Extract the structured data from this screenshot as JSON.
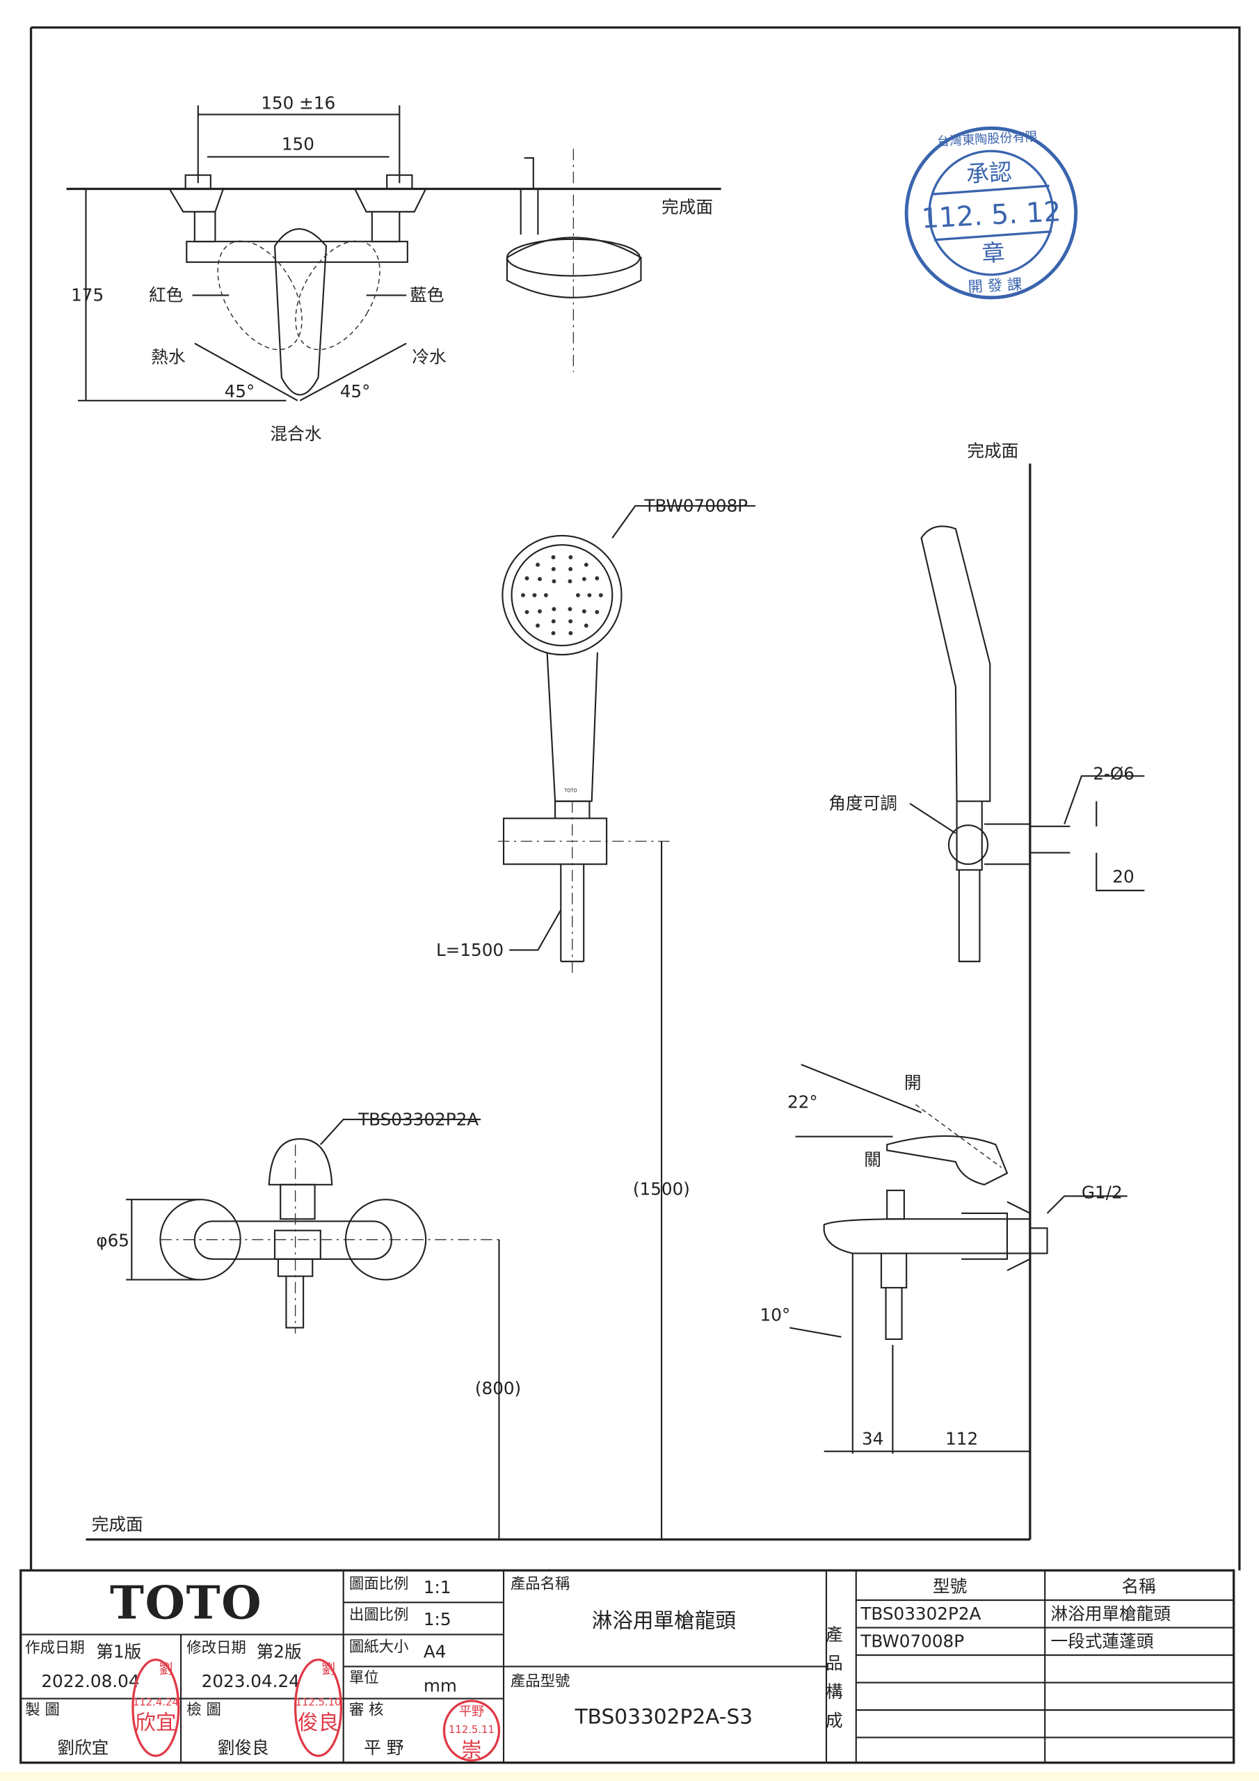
{
  "top_view": {
    "dim_outer": "150 ±16",
    "dim_inner": "150",
    "dim_height": "175",
    "finish_surface": "完成面",
    "red_label": "紅色",
    "blue_label": "藍色",
    "hot_label": "熱水",
    "cold_label": "冷水",
    "angle_left": "45°",
    "angle_right": "45°",
    "mixed_label": "混合水"
  },
  "approval_stamp": {
    "company": "台灣東陶股份有限",
    "title": "承認",
    "date": "112. 5. 12",
    "seal": "章",
    "dept": "開 發 課"
  },
  "shower": {
    "finish_surface": "完成面",
    "model": "TBW07008P",
    "hose_length": "L=1500",
    "angle_adjust": "角度可調",
    "screws": "2-Ø6",
    "screw_spacing": "20",
    "height_dim": "(1500)",
    "brand_mark": "TOTO"
  },
  "faucet": {
    "model": "TBS03302P2A",
    "diameter": "φ65",
    "height_dim": "(800)",
    "finish_surface": "完成面",
    "open_label": "開",
    "close_label": "關",
    "lever_angle": "22°",
    "spout_angle": "10°",
    "thread": "G1/2",
    "dim_a": "34",
    "dim_b": "112"
  },
  "title_block": {
    "brand": "TOTO",
    "drawing_scale_label": "圖面比例",
    "drawing_scale": "1:1",
    "output_scale_label": "出圖比例",
    "output_scale": "1:5",
    "paper_size_label": "圖紙大小",
    "paper_size": "A4",
    "unit_label": "單位",
    "unit": "mm",
    "created_label": "作成日期",
    "created_version": "第1版",
    "created_date": "2022.08.04",
    "modified_label": "修改日期",
    "modified_version": "第2版",
    "modified_date": "2023.04.24",
    "drawn_label": "製 圖",
    "drawn_by": "劉欣宜",
    "checked_label": "檢 圖",
    "checked_by": "劉俊良",
    "reviewed_label": "審 核",
    "reviewed_by": "平 野",
    "product_name_label": "產品名稱",
    "product_name": "淋浴用單槍龍頭",
    "product_model_label": "產品型號",
    "product_model": "TBS03302P2A-S3",
    "composition_label": "產品構成",
    "table_headers": [
      "型號",
      "名稱"
    ],
    "components": [
      {
        "model": "TBS03302P2A",
        "name": "淋浴用單槍龍頭"
      },
      {
        "model": "TBW07008P",
        "name": "一段式蓮蓬頭"
      }
    ],
    "stamps": [
      {
        "name": "劉",
        "text": "欣宜",
        "date": "112.4.24"
      },
      {
        "name": "劉",
        "text": "俊良",
        "date": "112.5.10"
      },
      {
        "name": "平野",
        "text": "崇",
        "date": "112.5.11"
      }
    ]
  }
}
